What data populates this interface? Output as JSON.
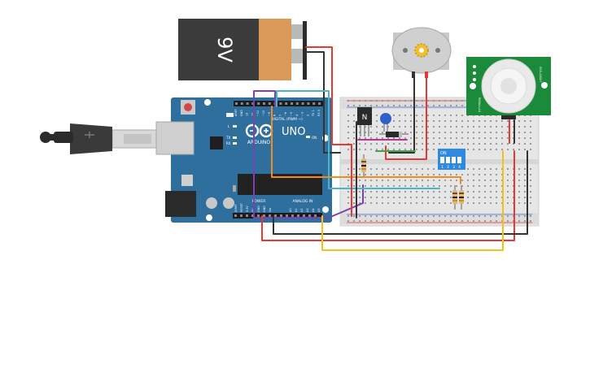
{
  "battery": {
    "label": "9V"
  },
  "arduino": {
    "model_label": "UNO",
    "brand_label": "ARDUINO",
    "digital_header_label": "DIGITAL (PWM ~)",
    "power_header_label": "POWER",
    "analog_header_label": "ANALOG IN",
    "led_labels": [
      "L",
      "TX",
      "RX"
    ],
    "on_label": "ON",
    "digital_pins": [
      "AREF",
      "GND",
      "13",
      "12",
      "~11",
      "~10",
      "~9",
      "8",
      "7",
      "~6",
      "~5",
      "4",
      "~3",
      "2",
      "TX 1",
      "RX 0"
    ],
    "power_pins": [
      "IOREF",
      "RESET",
      "3.3V",
      "5V",
      "GND",
      "GND",
      "Vin"
    ],
    "analog_pins": [
      "A0",
      "A1",
      "A2",
      "A3",
      "A4",
      "A5"
    ]
  },
  "transistor": {
    "label": "N"
  },
  "dip_switch": {
    "label": "ON",
    "switch_numbers": [
      "1",
      "2",
      "3",
      "4"
    ]
  },
  "pir_sensor": {
    "left_label": "PARALLAX",
    "right_label": "555-28027"
  },
  "colors": {
    "red_wire": "#e53935",
    "black_wire": "#333333",
    "yellow_wire": "#f2c21b",
    "purple_wire": "#7e3fb0",
    "teal_wire": "#4bb5c1",
    "orange_wire": "#f08c24",
    "green_wire": "#3fa34d",
    "magenta_wire": "#c2338f",
    "arduino_blue": "#2f6f9e",
    "pir_green": "#1b8a3a"
  }
}
